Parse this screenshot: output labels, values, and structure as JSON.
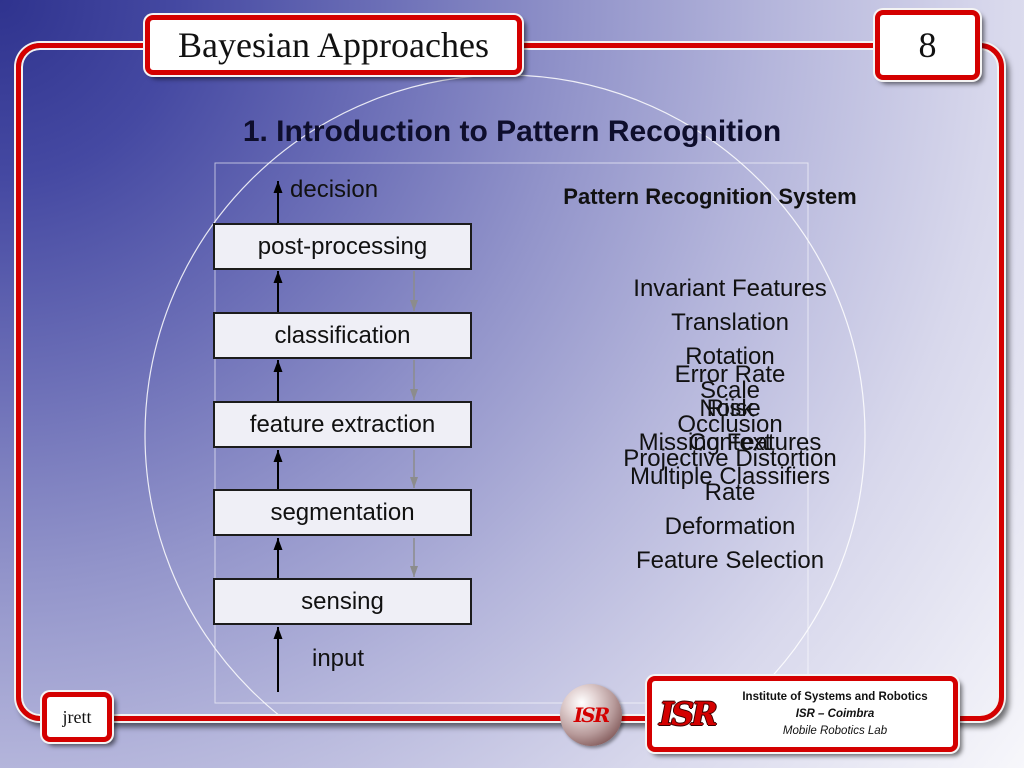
{
  "slide": {
    "title": "Bayesian Approaches",
    "page_number": "8",
    "heading": "1. Introduction to Pattern Recognition",
    "author": "jrett"
  },
  "diagram": {
    "output_label": "decision",
    "input_label": "input",
    "stages": [
      "post-processing",
      "classification",
      "feature extraction",
      "segmentation",
      "sensing"
    ]
  },
  "side_panel": {
    "title": "Pattern Recognition System",
    "layer_1": [
      "Invariant Features",
      "Translation",
      "Rotation",
      "Scale",
      "Occlusion",
      "Projective Distortion",
      "Rate",
      "Deformation",
      "Feature Selection"
    ],
    "layer_2": [
      "Error Rate",
      "Noise",
      "Missing Features",
      "Multiple Classifiers"
    ],
    "layer_3": [
      "Risk",
      "Context"
    ]
  },
  "footer": {
    "institute": "Institute of Systems and Robotics",
    "unit": "ISR – Coimbra",
    "lab": "Mobile Robotics Lab",
    "logo_text": "ISR"
  },
  "colors": {
    "accent": "#d40000",
    "stage_fill": "#efeff6",
    "arrow_up": "#000000",
    "arrow_down": "#8c8c8c"
  }
}
